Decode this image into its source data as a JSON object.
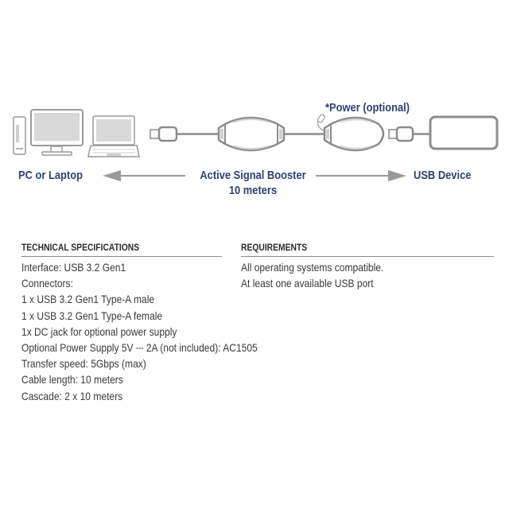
{
  "diagram": {
    "labels": {
      "pc": "PC or Laptop",
      "booster_line1": "Active Signal Booster",
      "booster_line2": "10 meters",
      "usb_device": "USB Device",
      "power": "*Power (optional)"
    },
    "icons": [
      "desktop-tower-icon",
      "monitor-icon",
      "laptop-icon",
      "usb-a-male-plug-icon",
      "signal-booster-icon",
      "powered-booster-icon",
      "usb-a-female-plug-icon",
      "usb-device-icon",
      "arrow-left-icon",
      "arrow-right-icon"
    ],
    "colors": {
      "label_blue": "#2d4370",
      "icon_gray": "#8c8c8c",
      "icon_fill": "#d9d9d9"
    }
  },
  "technical_specifications": {
    "title": "TECHNICAL SPECIFICATIONS",
    "items": [
      "Interface: USB 3.2 Gen1",
      "Connectors:",
      "1 x USB 3.2 Gen1 Type-A male",
      "1 x USB 3.2 Gen1 Type-A female",
      "1x DC jack for optional power supply",
      "Optional Power Supply 5V ⎓ 2A (not included): AC1505",
      "Transfer speed: 5Gbps (max)",
      "Cable length: 10 meters",
      "Cascade: 2 x 10 meters"
    ]
  },
  "requirements": {
    "title": "REQUIREMENTS",
    "items": [
      "All operating systems compatible.",
      "At least one available USB port"
    ]
  }
}
